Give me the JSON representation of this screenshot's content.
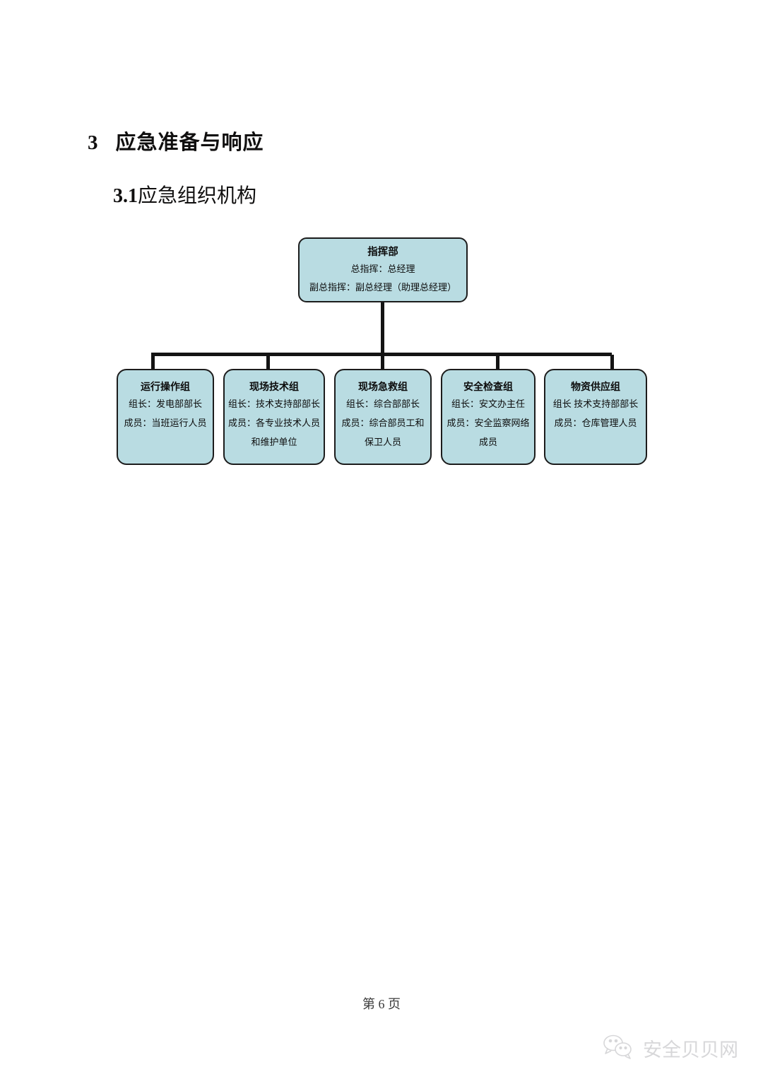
{
  "headings": {
    "section_number": "3",
    "section_title": "应急准备与响应",
    "subsection_number": "3.1",
    "subsection_title": "应急组织机构"
  },
  "org_chart": {
    "root": {
      "title": "指挥部",
      "lines": [
        "总指挥：总经理",
        "副总指挥：副总经理（助理总经理）"
      ]
    },
    "children": [
      {
        "title": "运行操作组",
        "lines": [
          "组长：发电部部长",
          "成员：当班运行人员"
        ]
      },
      {
        "title": "现场技术组",
        "lines": [
          "组长：技术支持部部长",
          "成员：各专业技术人员",
          "和维护单位"
        ]
      },
      {
        "title": "现场急救组",
        "lines": [
          "组长：综合部部长",
          "成员：综合部员工和",
          "保卫人员"
        ]
      },
      {
        "title": "安全检查组",
        "lines": [
          "组长：安文办主任",
          "成员：安全监察网络",
          "成员"
        ]
      },
      {
        "title": "物资供应组",
        "lines": [
          "组长 技术支持部部长",
          "成员：仓库管理人员"
        ]
      }
    ],
    "colors": {
      "node_fill": "#b9dce2",
      "node_border": "#1c1c1c",
      "connector": "#141414"
    }
  },
  "footer": {
    "page_label": "第 6 页"
  },
  "watermark": {
    "icon": "wechat-bubbles-icon",
    "text": "安全贝贝网"
  }
}
